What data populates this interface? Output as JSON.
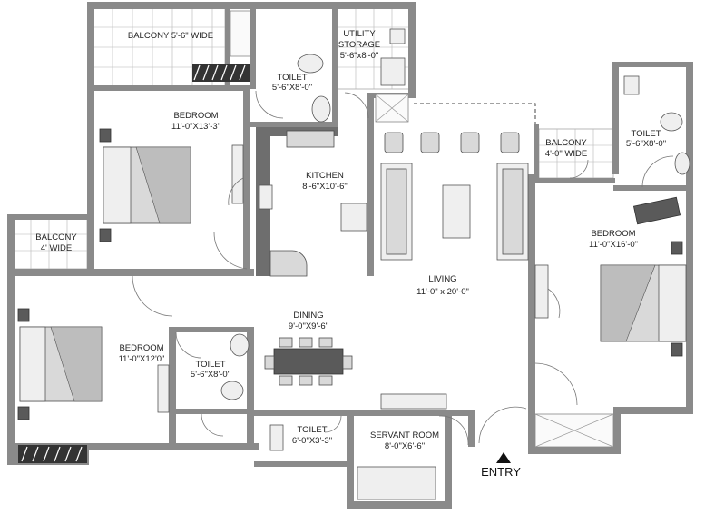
{
  "rooms": {
    "balcony_top": "BALCONY 5'-6\" WIDE",
    "utility_name": "UTILITY",
    "utility_storage": "STORAGE",
    "utility_size": "5'-6\"x8'-0\"",
    "toilet_top_name": "TOILET",
    "toilet_top_size": "5'-6\"X8'-0\"",
    "bedroom_top_name": "BEDROOM",
    "bedroom_top_size": "11'-0\"X13'-3\"",
    "kitchen_name": "KITCHEN",
    "kitchen_size": "8'-6\"X10'-6\"",
    "balcony_right_name": "BALCONY",
    "balcony_right_size": "4'-0\" WIDE",
    "toilet_right_name": "TOILET",
    "toilet_right_size": "5'-6\"X8'-0\"",
    "bedroom_right_name": "BEDROOM",
    "bedroom_right_size": "11'-0\"X16'-0\"",
    "balcony_left_name": "BALCONY",
    "balcony_left_size": "4' WIDE",
    "living_name": "LIVING",
    "living_size": "11'-0\" x 20'-0\"",
    "dining_name": "DINING",
    "dining_size": "9'-0\"X9'-6\"",
    "bedroom_left_name": "BEDROOM",
    "bedroom_left_size": "11'-0\"X12'0\"",
    "toilet_mid_name": "TOILET",
    "toilet_mid_size": "5'-6\"X8'-0\"",
    "toilet_small_name": "TOILET",
    "toilet_small_size": "6'-0\"X3'-3\"",
    "servant_name": "SERVANT ROOM",
    "servant_size": "8'-0\"X6'-6\"",
    "entry": "ENTRY"
  },
  "colors": {
    "wall": "#8a8a8a",
    "floor_tile_lines": "#b5b5b5",
    "furniture": "#d9d9d9"
  }
}
